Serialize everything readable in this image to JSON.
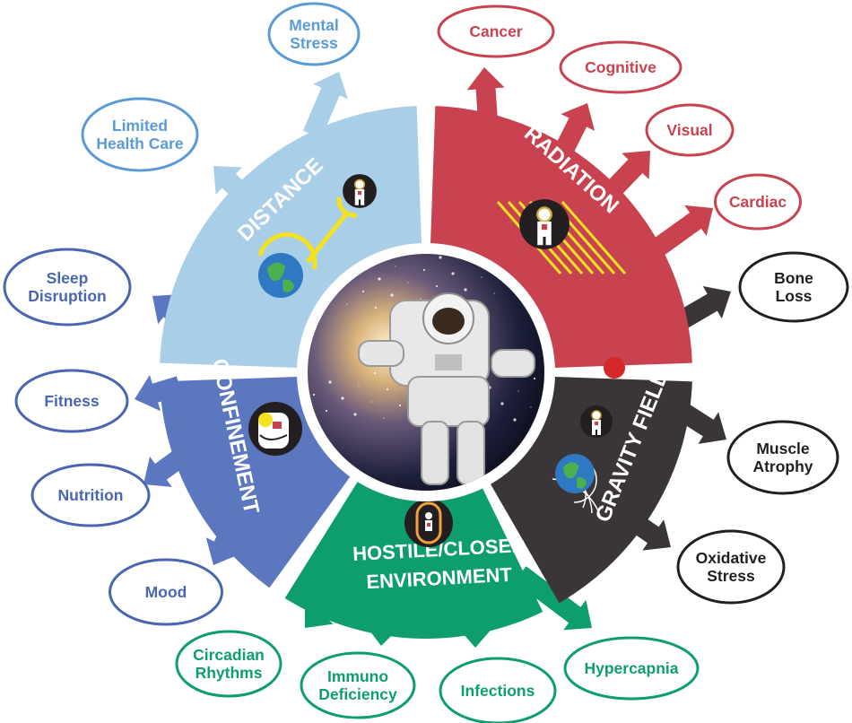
{
  "hazards": [
    {
      "key": "distance",
      "name": "DISTANCE",
      "color": "#a9cfe8",
      "label_color": "#5b9bd5",
      "outcomes": [
        {
          "lines": [
            "Mental",
            "Stress"
          ]
        },
        {
          "lines": [
            "Limited",
            "Health Care"
          ]
        }
      ]
    },
    {
      "key": "radiation",
      "name": "RADIATION",
      "color": "#c8434f",
      "label_color": "#c8434f",
      "outcomes": [
        {
          "lines": [
            "Cancer"
          ]
        },
        {
          "lines": [
            "Cognitive"
          ]
        },
        {
          "lines": [
            "Visual"
          ]
        },
        {
          "lines": [
            "Cardiac"
          ]
        }
      ]
    },
    {
      "key": "gravity",
      "name": "GRAVITY FIELD",
      "color": "#3a3536",
      "label_color": "#231f20",
      "outcomes": [
        {
          "lines": [
            "Bone",
            "Loss"
          ]
        },
        {
          "lines": [
            "Muscle",
            "Atrophy"
          ]
        },
        {
          "lines": [
            "Oxidative",
            "Stress"
          ]
        }
      ]
    },
    {
      "key": "hostile",
      "name_lines": [
        "HOSTILE/CLOSED",
        "ENVIRONMENT"
      ],
      "color": "#0e9e6e",
      "label_color": "#0e9e6e",
      "outcomes": [
        {
          "lines": [
            "Circadian",
            "Rhythms"
          ]
        },
        {
          "lines": [
            "Immuno",
            "Deficiency"
          ]
        },
        {
          "lines": [
            "Infections"
          ]
        },
        {
          "lines": [
            "Hypercapnia"
          ]
        }
      ]
    },
    {
      "key": "confinement",
      "name": "CONFINEMENT",
      "color": "#5a77bf",
      "label_color": "#4a66b0",
      "outcomes": [
        {
          "lines": [
            "Sleep",
            "Disruption"
          ]
        },
        {
          "lines": [
            "Fitness"
          ]
        },
        {
          "lines": [
            "Nutrition"
          ]
        },
        {
          "lines": [
            "Mood"
          ]
        }
      ]
    }
  ],
  "icons": {
    "distance": [
      "astronaut-icon",
      "earth-icon",
      "tether-icon"
    ],
    "radiation": [
      "astronaut-icon",
      "radiation-rays-icon"
    ],
    "gravity": [
      "planet-icon",
      "astronaut-icon",
      "earth-icon"
    ],
    "hostile": [
      "capsule-icon"
    ],
    "confinement": [
      "cramped-astronaut-icon"
    ],
    "center": "astronaut-spacewalk-photo"
  }
}
